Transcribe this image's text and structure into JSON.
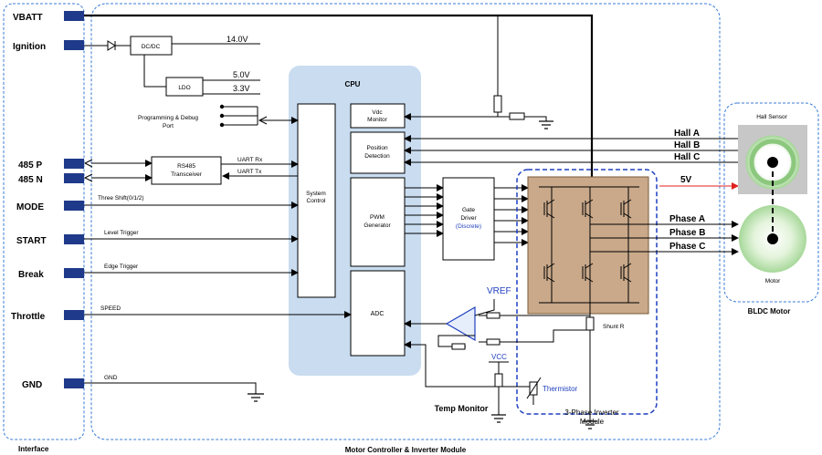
{
  "interface": {
    "title": "Interface",
    "ports": [
      "VBATT",
      "Ignition",
      "485 P",
      "485 N",
      "MODE",
      "START",
      "Break",
      "Throttle",
      "GND"
    ]
  },
  "controller": {
    "title": "Motor Controller & Inverter Module",
    "dcdc": "DC/DC",
    "ldo": "LDO",
    "v14": "14.0V",
    "v5": "5.0V",
    "v33": "3.3V",
    "prog_debug": [
      "Programming & Debug",
      "Port"
    ],
    "rs485": [
      "RS485",
      "Transceiver"
    ],
    "uart_rx": "UART Rx",
    "uart_tx": "UART Tx",
    "three_shift": "Three Shift(0/1/2)",
    "level_trigger": "Level Trigger",
    "edge_trigger": "Edge Trigger",
    "speed": "SPEED",
    "gnd_label": "GND",
    "cpu": {
      "title": "CPU",
      "system_control": [
        "System",
        "Control"
      ],
      "vdc_monitor": [
        "Vdc",
        "Monitor"
      ],
      "position_detection": [
        "Position",
        "Detection"
      ],
      "pwm_generator": [
        "PWM",
        "Generator"
      ],
      "adc": "ADC"
    },
    "gate_driver": [
      "Gate",
      "Driver",
      "(Discrete)"
    ],
    "vref": "VREF",
    "vcc": "VCC",
    "thermistor": "Thermistor",
    "temp_monitor": "Temp Monitor",
    "shunt": "Shunt R",
    "inverter_title": [
      "3-Phase Inverter",
      "Module"
    ]
  },
  "motor": {
    "title": "BLDC Motor",
    "hall_sensor": "Hall Sensor",
    "motor": "Motor",
    "hall_a": "Hall A",
    "hall_b": "Hall B",
    "hall_c": "Hall C",
    "v5": "5V",
    "phase_a": "Phase A",
    "phase_b": "Phase B",
    "phase_c": "Phase C"
  },
  "colors": {
    "cpu_fill": "#c9dcf0",
    "inverter_fill": "#c9a98a",
    "dashed_blue": "#3a7bd5",
    "vref_blue": "#1f3fbf",
    "motor_green": "#a7d89a",
    "red_arrow": "#e02020"
  }
}
